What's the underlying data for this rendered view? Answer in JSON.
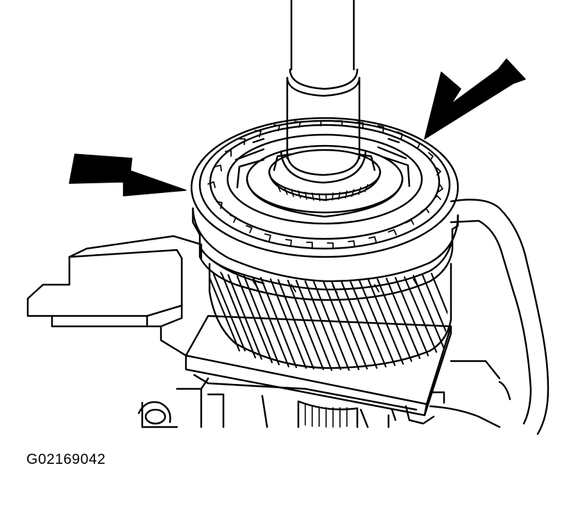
{
  "figure": {
    "id": "G02169042"
  },
  "arrows": [
    {
      "name": "arrow-upper-right",
      "points_to": "synchronizer-ring"
    },
    {
      "name": "arrow-left",
      "points_to": "synchronizer-ring"
    }
  ],
  "colors": {
    "ink": "#000000",
    "paper": "#ffffff"
  }
}
